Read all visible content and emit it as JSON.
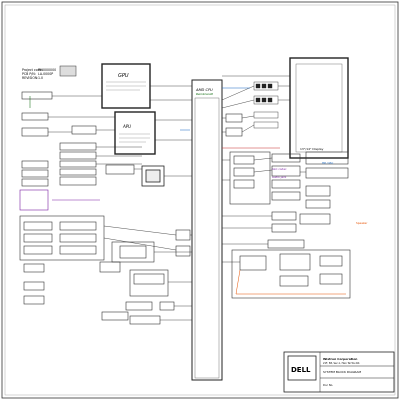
{
  "header": {
    "project_label": "Project code:",
    "project_value": "P00000000",
    "pcb_label": "PCB P/N:",
    "pcb_value": "LA-0000P",
    "revision_label": "REVISION:",
    "revision_value": "1.0"
  },
  "blocks": {
    "gpu": "GPU",
    "cpu": "AMD CPU",
    "cpu_sub": "Rembrandt",
    "apu": "APU",
    "display": "13\"/14\" Display",
    "cpu_core": "AMD CPU"
  },
  "annotation": {
    "line1": "ALC codec",
    "line2": "audio jack",
    "line3": "HP / Mic",
    "line4": "Speaker"
  },
  "footer": {
    "brand": "DELL",
    "company": "Wistron Corporation",
    "address": "21F, 88, Sec.1, Hsin Tai Wu Rd.",
    "doc_title": "SYSTEM BLOCK DIAGRAM",
    "doc_no": "Doc No."
  }
}
